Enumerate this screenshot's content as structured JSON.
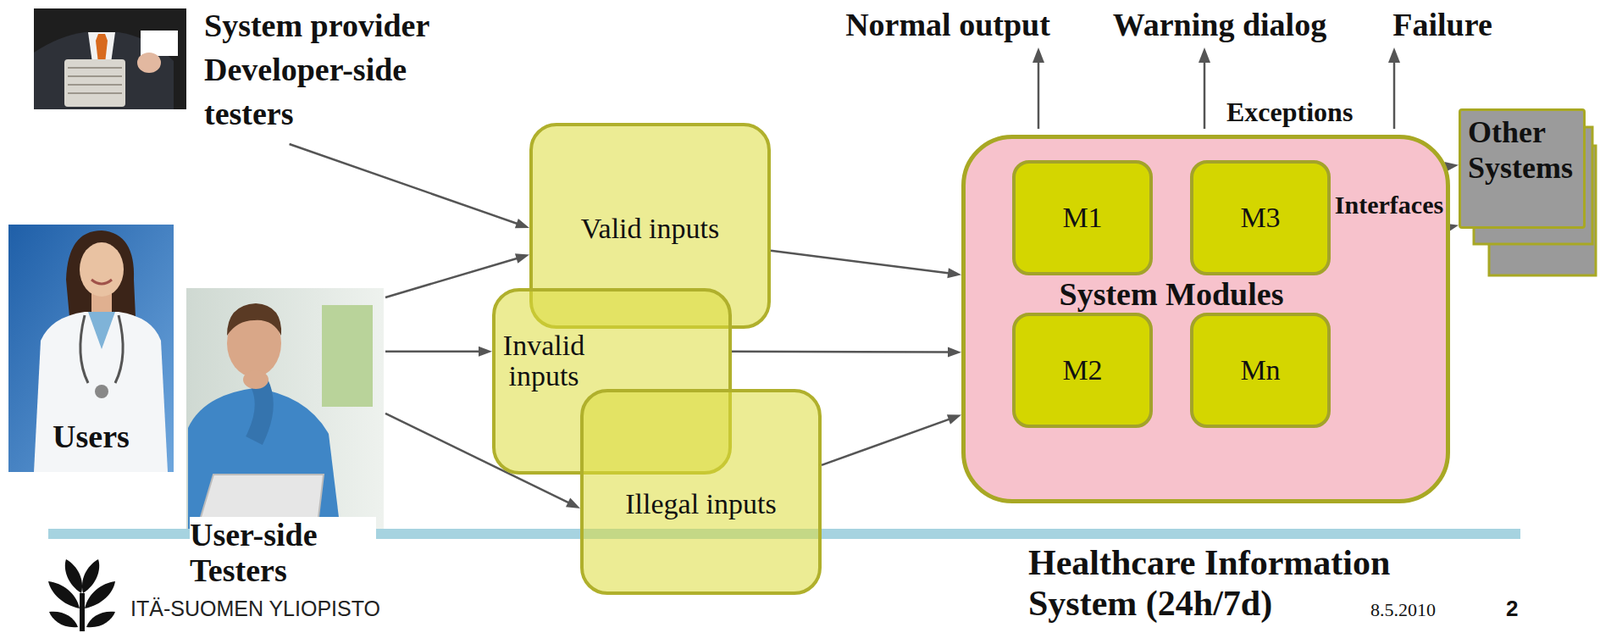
{
  "diagram": {
    "nodes": [
      {
        "text": [
          "System provider Developer-side testers"
        ]
      },
      {
        "text": [
          "Users"
        ]
      },
      {
        "text": [
          "User-side Testers"
        ]
      },
      {
        "text": [
          "Valid inputs"
        ]
      },
      {
        "text": [
          "Invalid inputs"
        ]
      },
      {
        "text": [
          "Illegal inputs"
        ]
      },
      {
        "text": [
          "System Modules"
        ]
      },
      {
        "text": [
          "M1"
        ],
        "in": 6
      },
      {
        "text": [
          "M3"
        ],
        "in": 6
      },
      {
        "text": [
          "M2"
        ],
        "in": 6
      },
      {
        "text": [
          "Mn"
        ],
        "in": 6
      },
      {
        "text": [
          "Other Systems"
        ]
      }
    ],
    "edges": [
      {
        "from": 0,
        "to": 3,
        "arrow": "to"
      },
      {
        "from": 2,
        "to": 3,
        "arrow": "to"
      },
      {
        "from": 2,
        "to": 4,
        "arrow": "to"
      },
      {
        "from": 2,
        "to": 5,
        "arrow": "to"
      },
      {
        "from": 3,
        "to": 6,
        "arrow": "to"
      },
      {
        "from": 4,
        "to": 6,
        "arrow": "to"
      },
      {
        "from": 5,
        "to": 6,
        "arrow": "to"
      },
      {
        "from": 8,
        "to": 11,
        "arrow": "both"
      },
      {
        "from": 8,
        "to": 11,
        "arrow": "both"
      }
    ],
    "labels": [
      "Normal output",
      "Warning dialog",
      "Failure",
      "Exceptions",
      "Interfaces",
      "Healthcare Information System (24h/7d)",
      "ITÄ-SUOMEN YLIOPISTO",
      "8.5.2010",
      "2"
    ]
  }
}
